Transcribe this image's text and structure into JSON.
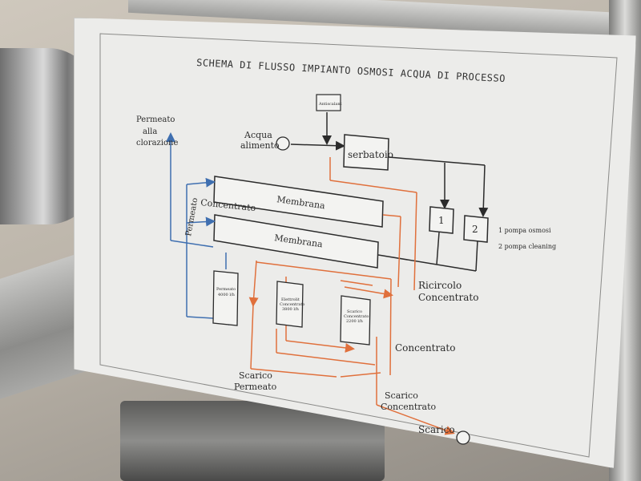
{
  "title": "SCHEMA DI FLUSSO IMPIANTO OSMOSI ACQUA DI PROCESSO",
  "labels": {
    "permeato_clorazione": [
      "Permeato",
      "alla",
      "clorazione"
    ],
    "acqua_alimento": [
      "Acqua",
      "alimento"
    ],
    "antiscalant": "Antiscalant",
    "serbatoio": "serbatoio",
    "membrana_1": "Membrana",
    "membrana_2": "Membrana",
    "concentrato_top": "Concentrato",
    "permeato_side": "Permeato",
    "pump_1": "1",
    "pump_2": "2",
    "legend_1": "1 pompa osmosi",
    "legend_2": "2 pompa cleaning",
    "tank_permeato": [
      "Permeato",
      "4000 l/h"
    ],
    "tank_elettrolit": [
      "Elettrolit",
      "Concentrato",
      "3800 l/h"
    ],
    "tank_scarico": [
      "Scarico",
      "Concentrato",
      "2200 l/h"
    ],
    "ricircolo": [
      "Ricircolo",
      "Concentrato"
    ],
    "concentrato_mid": "Concentrato",
    "scarico_permeato": [
      "Scarico",
      "Permeato"
    ],
    "scarico_concentrato": [
      "Scarico",
      "Concentrato"
    ],
    "scarico": "Scarico"
  },
  "colors": {
    "black_line": "#2b2b2b",
    "blue_line": "#3f6fb0",
    "orange_line": "#e0703c",
    "paper": "#ececea"
  }
}
